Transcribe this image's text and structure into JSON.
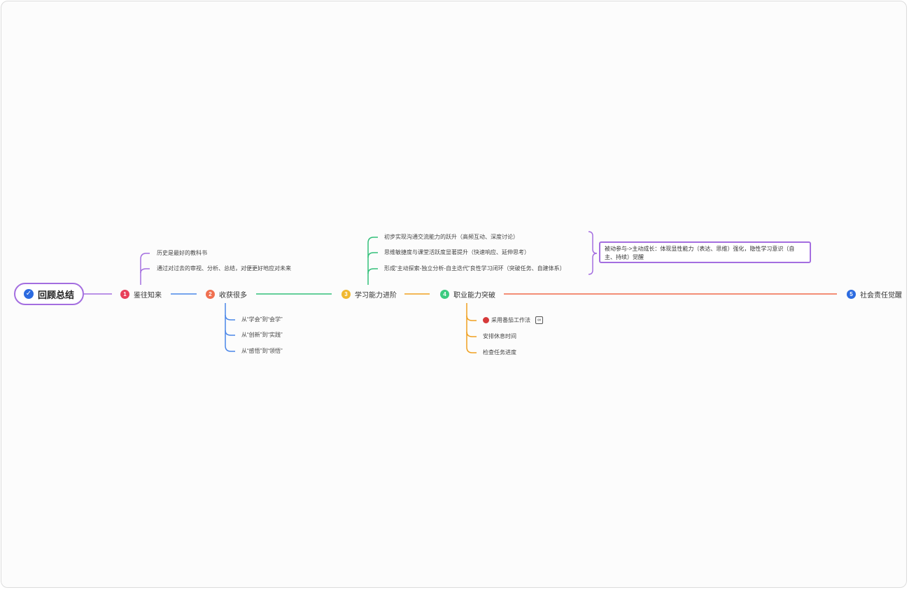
{
  "root": {
    "label": "回顾总结",
    "icon": "check-circle-icon"
  },
  "colors": {
    "purple": "#a46ee0",
    "blue": "#4a86e8",
    "green": "#33c07a",
    "orange": "#f0a020",
    "red": "#f06a4a",
    "badge1": "#e8405a",
    "badge2": "#f07050",
    "badge3": "#f0b830",
    "badge4": "#3ccb80",
    "badge5": "#2c6be0"
  },
  "branches": [
    {
      "num": "1",
      "label": "鉴往知来",
      "children": [
        "历史是最好的教科书",
        "通过对过去的审视、分析、总结，对便更好地应对未来"
      ]
    },
    {
      "num": "2",
      "label": "收获很多",
      "children": [
        "从“学会”到“会学”",
        "从“创新”到“实践”",
        "从“感悟”到“领悟”"
      ]
    },
    {
      "num": "3",
      "label": "学习能力进阶",
      "children": [
        "初步实现沟通交流能力的跃升（高频互动、深度讨论）",
        "思维敏捷度与课堂活跃度显著提升（快速响应、延伸思考）",
        "形成“主动探索-独立分析-自主迭代”良性学习闭环（突破任务、自建体系）"
      ],
      "summary": "被动参与->主动成长：体现显性能力（表达、思维）强化，隐性学习意识（自主、持续）觉醒"
    },
    {
      "num": "4",
      "label": "职业能力突破",
      "children": [
        "采用番茄工作法",
        "安排休息时间",
        "检查任务进度"
      ]
    },
    {
      "num": "5",
      "label": "社会责任觉醒",
      "children": []
    }
  ]
}
